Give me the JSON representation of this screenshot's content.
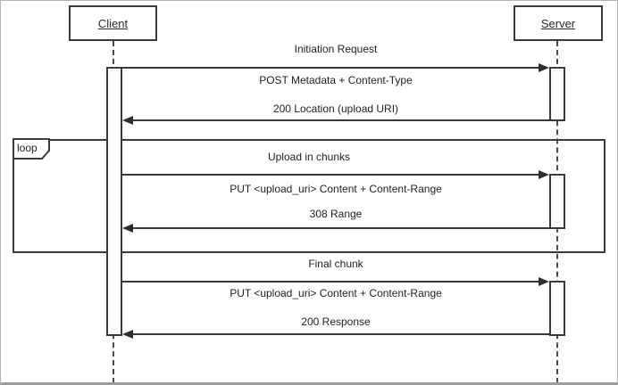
{
  "diagram": {
    "type": "sequence-diagram",
    "actors": [
      {
        "name": "Client"
      },
      {
        "name": "Server"
      }
    ],
    "fragment": {
      "operator": "loop"
    },
    "sections": [
      {
        "title": "Initiation Request",
        "request": "POST Metadata + Content-Type",
        "response": "200 Location (upload URI)"
      },
      {
        "title": "Upload in chunks",
        "request": "PUT <upload_uri> Content + Content-Range",
        "response": "308 Range",
        "in_loop": true
      },
      {
        "title": "Final chunk",
        "request": "PUT <upload_uri> Content + Content-Range",
        "response": "200 Response"
      }
    ],
    "colors": {
      "line": "#3a3a3a",
      "arrow": "#2e2e2e",
      "text": "#222222",
      "background": "#ffffff",
      "outer_border": "#b5b5b5"
    }
  }
}
